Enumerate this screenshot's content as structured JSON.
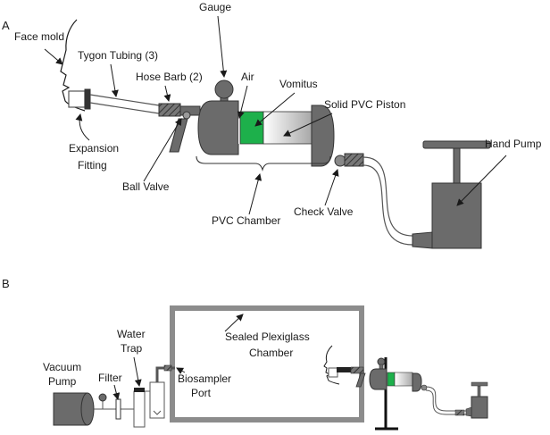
{
  "panel_a": {
    "letter": "A",
    "labels": {
      "face_mold": "Face mold",
      "tygon_tubing": "Tygon Tubing (3)",
      "gauge": "Gauge",
      "hose_barb": "Hose Barb (2)",
      "air": "Air",
      "vomitus": "Vomitus",
      "solid_pvc_piston": "Solid PVC Piston",
      "expansion_fitting_line1": "Expansion",
      "expansion_fitting_line2": "Fitting",
      "ball_valve": "Ball Valve",
      "pvc_chamber": "PVC Chamber",
      "check_valve": "Check Valve",
      "hand_pump": "Hand Pump"
    }
  },
  "panel_b": {
    "letter": "B",
    "labels": {
      "water_trap_line1": "Water",
      "water_trap_line2": "Trap",
      "sealed_chamber_line1": "Sealed Plexiglass",
      "sealed_chamber_line2": "Chamber",
      "vacuum_pump_line1": "Vacuum",
      "vacuum_pump_line2": "Pump",
      "filter": "Filter",
      "biosampler_port_line1": "Biosampler",
      "biosampler_port_line2": "Port"
    }
  },
  "colors": {
    "vomitus_green": "#1db04b",
    "device_dark_gray": "#6b6b6b",
    "piston_light_gray": "#c8c8c8",
    "chamber_frame": "#8c8c8c"
  }
}
